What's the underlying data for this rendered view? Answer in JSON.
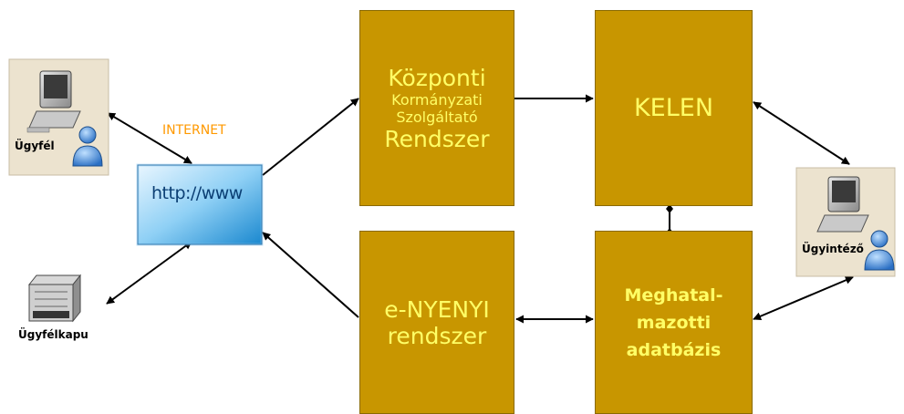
{
  "internet_label": "INTERNET",
  "http_label": "http://www",
  "nodes": {
    "ugyfel": {
      "label": "Ügyfél"
    },
    "ugyfelkapu": {
      "label": "Ügyfélkapu"
    },
    "ugyintezo": {
      "label": "Ügyintéző"
    }
  },
  "boxes": {
    "kozponti": {
      "lines": [
        "Központi",
        "Kormányzati",
        "Szolgáltató",
        "Rendszer"
      ]
    },
    "kelen": {
      "lines": [
        "KELEN"
      ]
    },
    "enyenyi": {
      "lines": [
        "e-NYENYI",
        "rendszer"
      ]
    },
    "meghatalmazotti": {
      "lines": [
        "Meghatal-",
        "mazotti",
        "adatbázis"
      ]
    }
  },
  "colors": {
    "box_fill": "#c89600",
    "box_text": "#ffff66",
    "internet": "#ff9900",
    "arrow": "#000000"
  },
  "icons": {
    "workstation": "computer-user-icon",
    "server": "server-icon"
  }
}
